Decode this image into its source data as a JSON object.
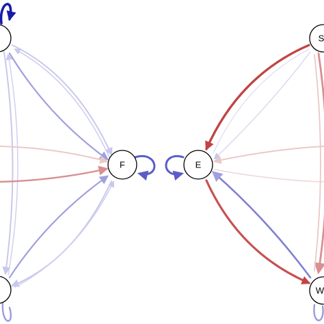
{
  "nodes": [
    {
      "id": "n_tl",
      "label": ""
    },
    {
      "id": "n_bl",
      "label": ""
    },
    {
      "id": "n_f",
      "label": "F"
    },
    {
      "id": "n_e",
      "label": "E"
    },
    {
      "id": "n_s",
      "label": "S"
    },
    {
      "id": "n_w",
      "label": "W"
    }
  ],
  "edge_colors": {
    "blue_light": "#ccccee",
    "blue_mid": "#9999dd",
    "blue_strong": "#6666cc",
    "blue_dark": "#1a1aa8",
    "red_light": "#eecccc",
    "red_mid": "#dd9999",
    "red_strong": "#c85050",
    "red_dark": "#b83a3a"
  }
}
